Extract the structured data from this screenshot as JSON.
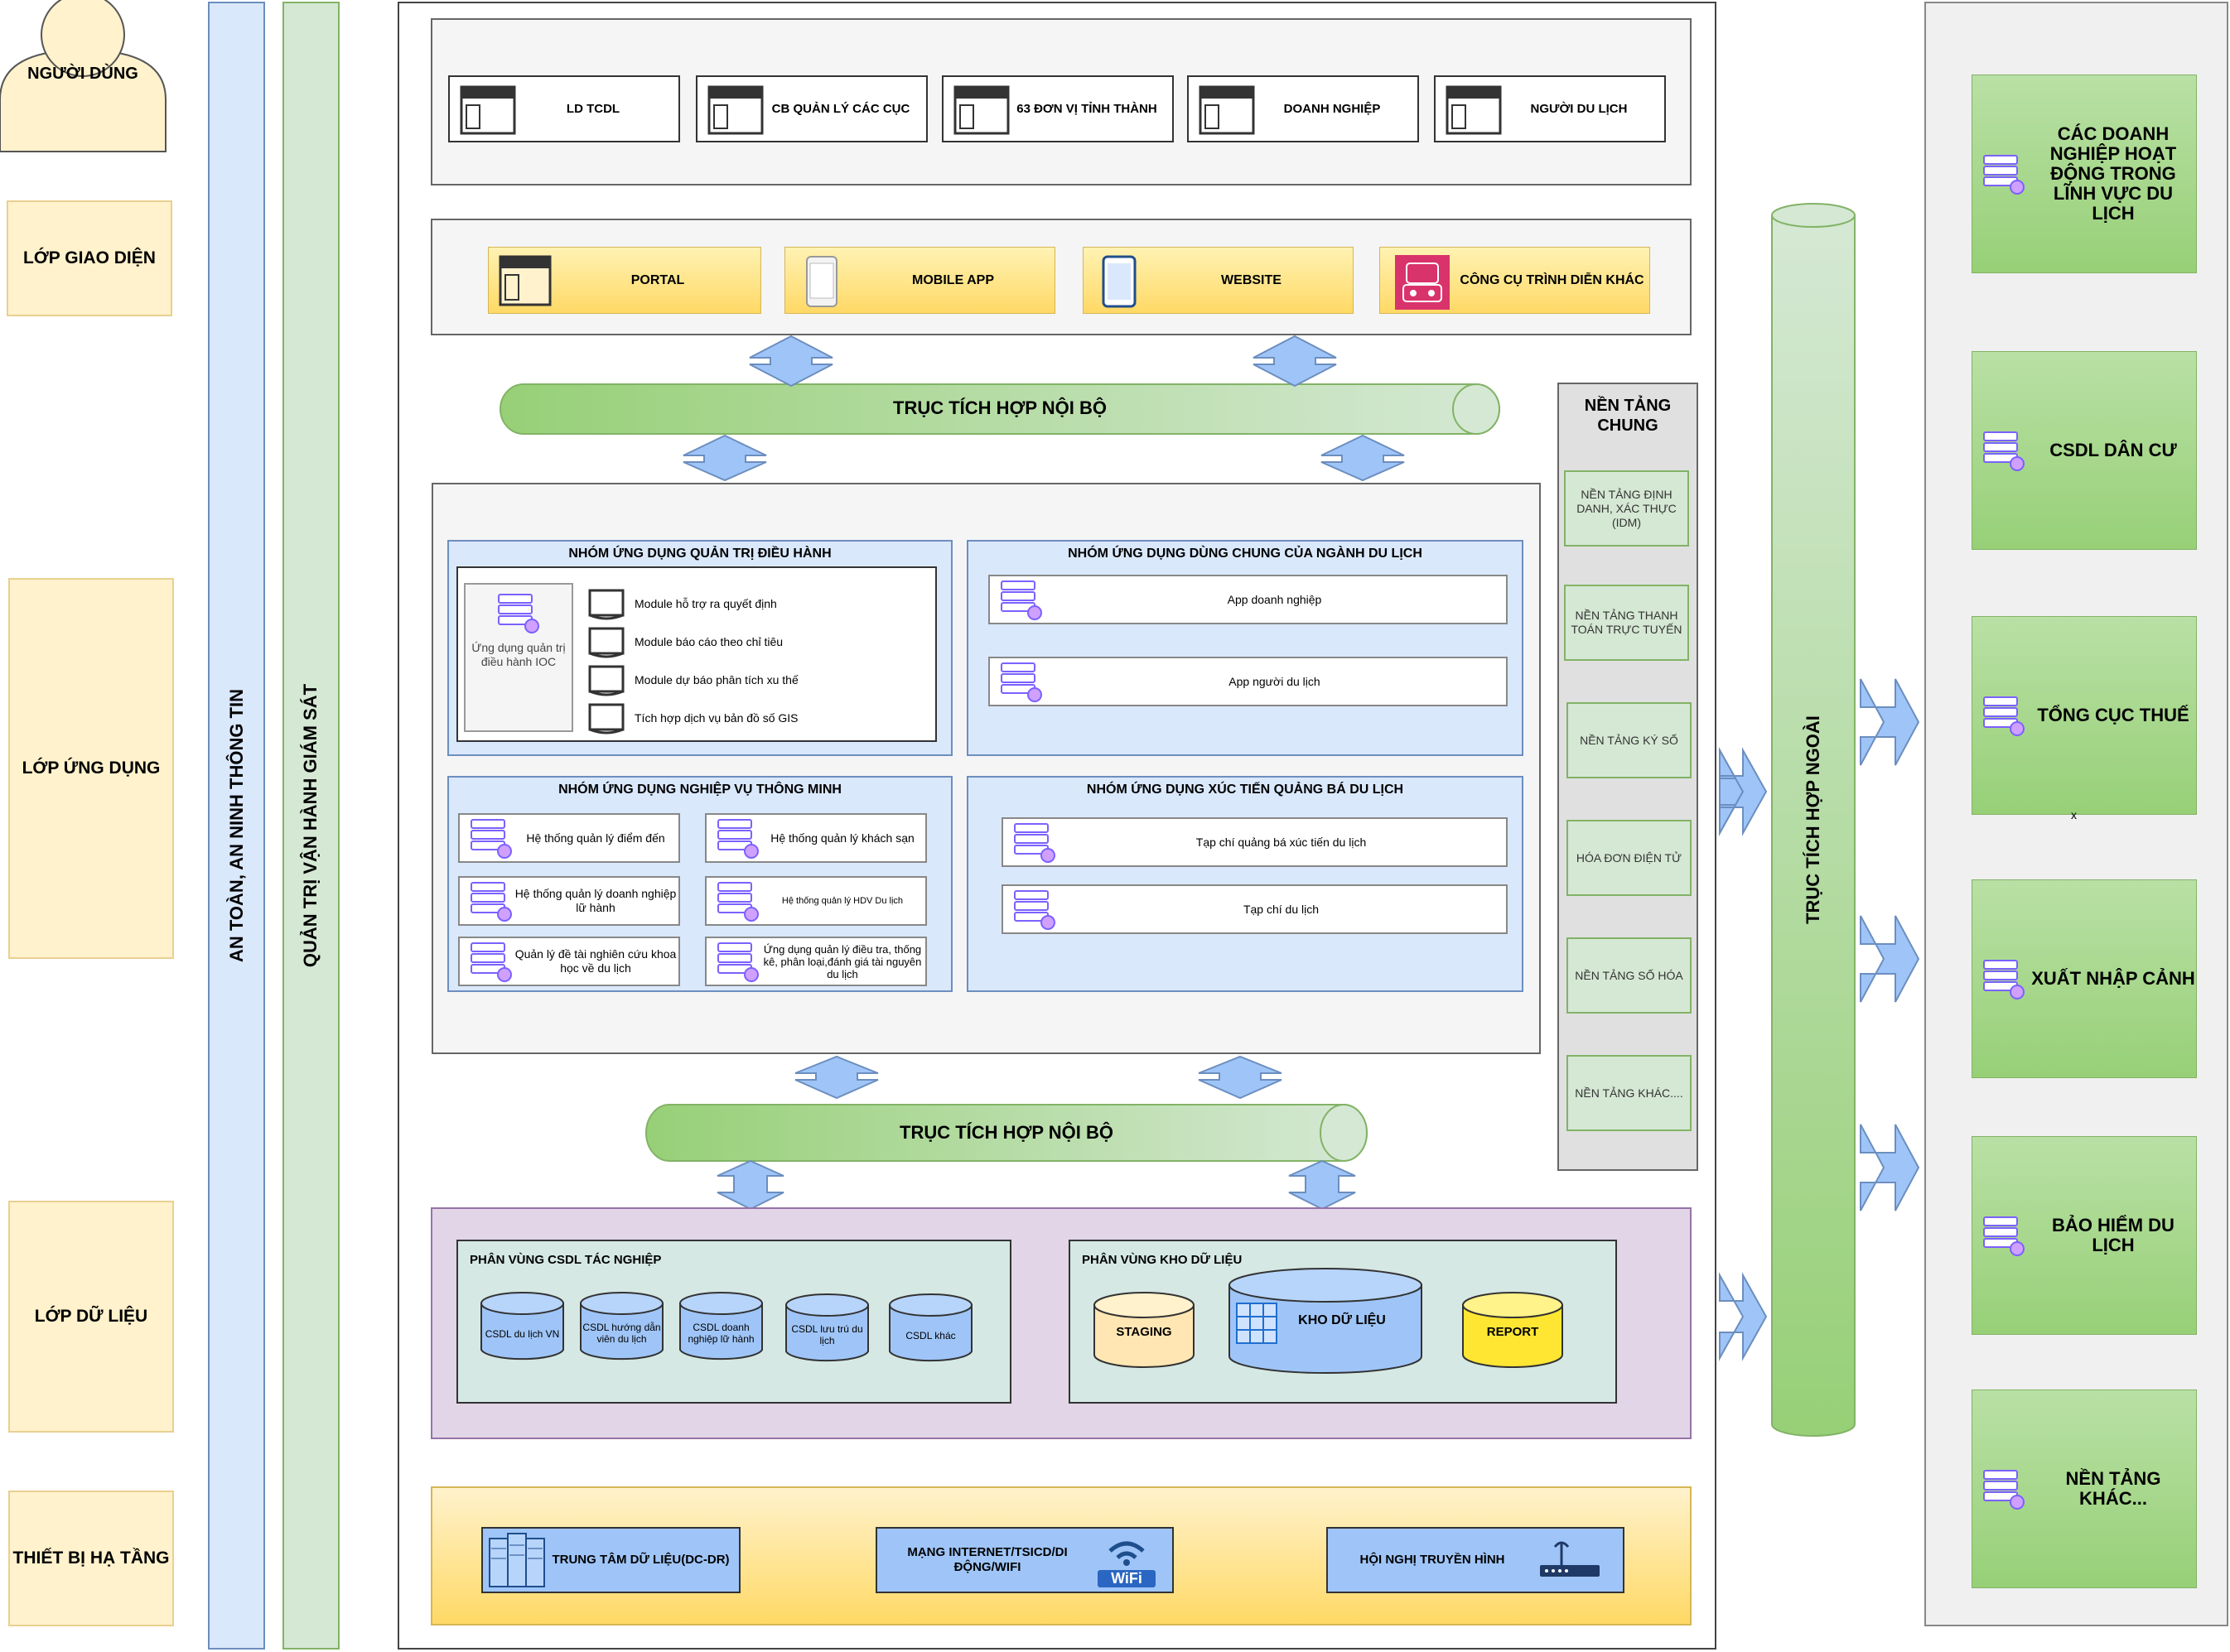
{
  "user": {
    "label": "NGƯỜI DÙNG"
  },
  "layers": {
    "giao_dien": "LỚP GIAO DIỆN",
    "ung_dung": "LỚP ỨNG DỤNG",
    "du_lieu": "LỚP DỮ LIỆU",
    "ha_tang": "THIẾT BỊ HẠ TẦNG"
  },
  "vertical_bars": {
    "security": "AN TOÀN, AN NINH THÔNG TIN",
    "operations": "QUẢN TRỊ VẬN HÀNH GIÁM SÁT"
  },
  "users_row": [
    "LD TCDL",
    "CB QUẢN LÝ CÁC CỤC",
    "63 ĐƠN VỊ TỈNH THÀNH",
    "DOANH NGHIỆP",
    "NGƯỜI DU LỊCH"
  ],
  "channels": {
    "portal": "PORTAL",
    "mobile": "MOBILE APP",
    "website": "WEBSITE",
    "tools": "CÔNG CỤ TRÌNH DIỄN KHÁC"
  },
  "bus_top": "TRỤC TÍCH HỢP NỘI BỘ",
  "bus_bottom": "TRỤC TÍCH HỢP NỘI BỘ",
  "bus_external": "TRỤC TÍCH HỢP NGOÀI",
  "group_admin": {
    "title": "NHÓM ỨNG DỤNG QUẢN TRỊ ĐIỀU HÀNH",
    "ioc": "Ứng dụng quản trị điều hành IOC",
    "modules": [
      "Module hỗ trợ ra quyết định",
      "Module báo cáo theo chỉ tiêu",
      "Module dự báo phân tích xu thế",
      "Tích hợp dịch vụ bản đồ số GIS"
    ]
  },
  "group_shared": {
    "title": "NHÓM ỨNG DỤNG DÙNG CHUNG CỦA NGÀNH DU LỊCH",
    "apps": [
      "App doanh nghiệp",
      "App người du lịch"
    ]
  },
  "group_smart": {
    "title": "NHÓM ỨNG DỤNG NGHIỆP VỤ THÔNG MINH",
    "apps": [
      "Hệ thống quản lý điểm đến",
      "Hệ thống quản lý khách sạn",
      "Hệ thống quản lý doanh nghiệp lữ hành",
      "Hệ thống quản lý HDV Du lịch",
      "Quản lý đề tài nghiên cứu khoa học về du lịch",
      "Ứng dụng quản lý điều tra, thống kê, phân loại,đánh giá tài nguyên du lịch"
    ]
  },
  "group_promo": {
    "title": "NHÓM ỨNG DỤNG XÚC TIẾN QUẢNG BÁ DU LỊCH",
    "apps": [
      "Tạp chí quảng bá xúc tiến du lịch",
      "Tạp chí du lịch"
    ]
  },
  "platforms": {
    "title": "NỀN TẢNG CHUNG",
    "items": [
      "NỀN TẢNG ĐỊNH DANH, XÁC THỰC (IDM)",
      "NỀN TẢNG THANH TOÁN TRỰC TUYẾN",
      "NỀN TẢNG KÝ SỐ",
      "HÓA ĐƠN ĐIỆN TỬ",
      "NỀN TẢNG SỐ HÓA",
      "NỀN TẢNG KHÁC...."
    ]
  },
  "data_ops": {
    "title": "PHÂN VÙNG CSDL TÁC NGHIỆP",
    "dbs": [
      "CSDL du lịch VN",
      "CSDL hướng dẫn viên du lịch",
      "CSDL doanh nghiệp lữ hành",
      "CSDL lưu trú du lịch",
      "CSDL khác"
    ]
  },
  "data_wh": {
    "title": "PHÂN VÙNG KHO DỮ LIỆU",
    "staging": "STAGING",
    "warehouse": "KHO DỮ LIỆU",
    "report": "REPORT"
  },
  "infra": {
    "dc": "TRUNG TÂM DỮ LIỆU(DC-DR)",
    "net": "MẠNG INTERNET/TSICD/DI ĐỘNG/WIFI",
    "wifi_badge": "WiFi",
    "conf": "HỘI NGHỊ TRUYỀN HÌNH"
  },
  "external": [
    "CÁC DOANH NGHIỆP HOẠT ĐỘNG TRONG LĨNH VỰC DU LỊCH",
    "CSDL DÂN CƯ",
    "TỔNG CỤC THUẾ",
    "XUẤT NHẬP CẢNH",
    "BẢO HIỂM DU LỊCH",
    "NỀN TẢNG KHÁC..."
  ],
  "stray_mark": "x",
  "colors": {
    "blue_fill": "#dae8fc",
    "green_fill": "#d5e8d4",
    "yellow_fill": "#fff2cc",
    "purple_fill": "#e1d5e7",
    "teal_fill": "#d5e8e4",
    "arrow_fill": "#9fc5f8"
  }
}
